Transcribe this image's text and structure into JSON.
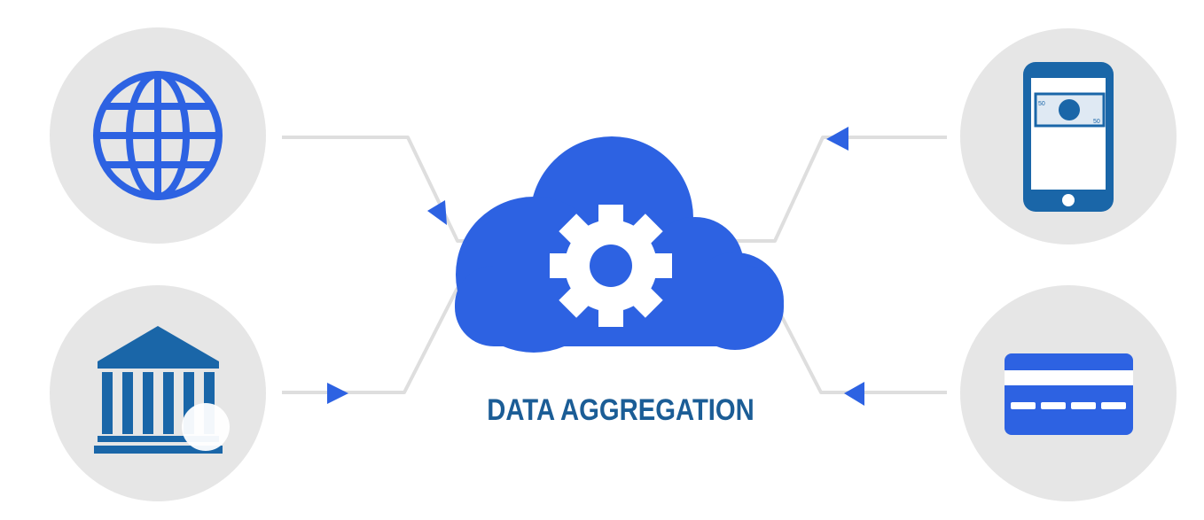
{
  "caption": {
    "text": "DATA AGGREGATION"
  },
  "colors": {
    "primary_blue": "#2d62e2",
    "dark_blue": "#1a66a8",
    "caption_blue": "#1b5d96",
    "circle_gray": "#e6e6e6",
    "connector_gray": "#dedede",
    "white": "#ffffff"
  },
  "sources": [
    {
      "icon": "globe-icon",
      "side": "left",
      "flow": "into-cloud"
    },
    {
      "icon": "bank-icon",
      "side": "left",
      "flow": "into-cloud"
    },
    {
      "icon": "mobile-payment-icon",
      "side": "right",
      "flow": "into-cloud"
    },
    {
      "icon": "credit-card-icon",
      "side": "right",
      "flow": "into-cloud"
    }
  ],
  "phone_note": {
    "value_left": "50",
    "value_right": "50"
  },
  "hub": {
    "icon": "cloud-gear-icon"
  }
}
